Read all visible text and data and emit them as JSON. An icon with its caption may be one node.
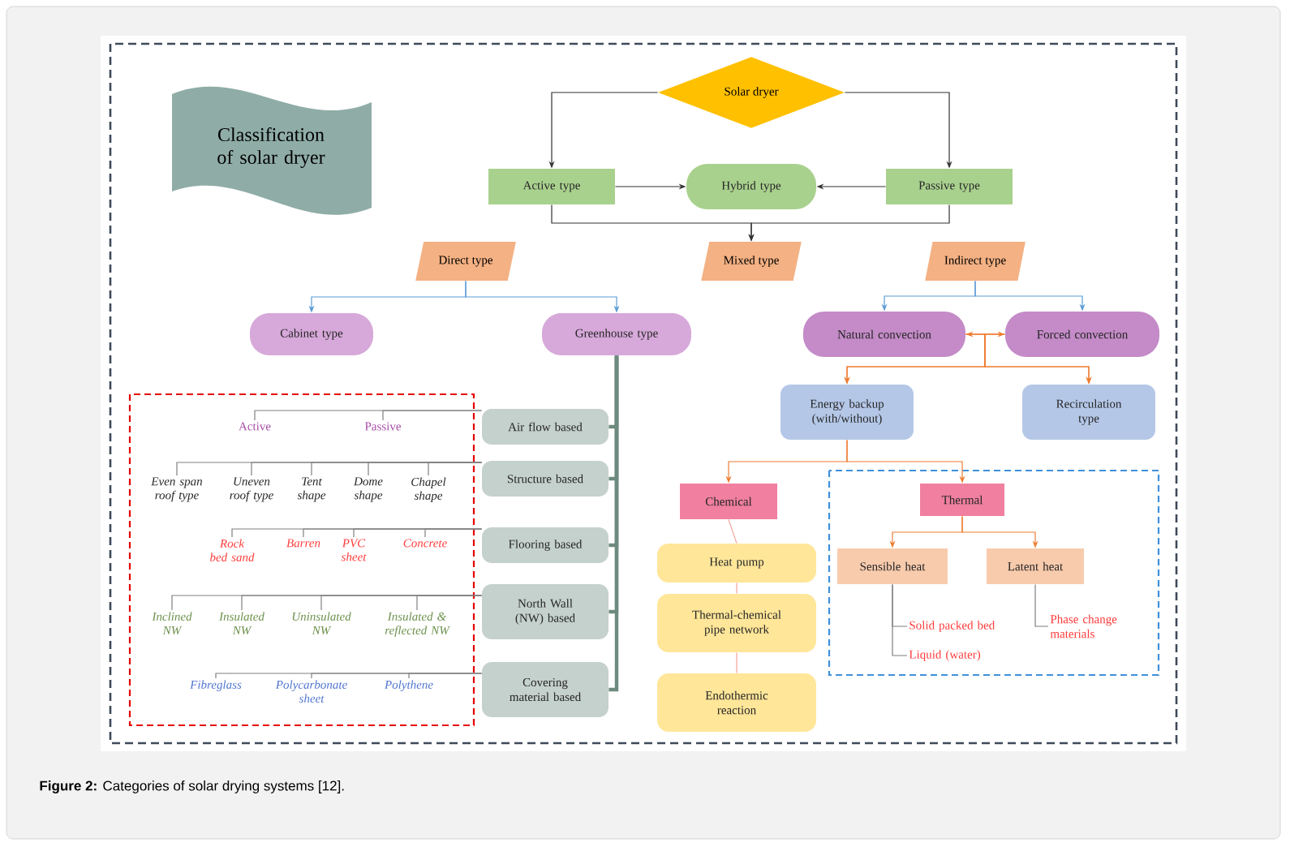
{
  "diagram": {
    "caption": "**Figure 2:** Categories of solar drying systems [12].",
    "nodes": [
      {
        "text": [
          "Classification of solar dryer"
        ]
      },
      {
        "text": [
          "Solar dryer"
        ]
      },
      {
        "text": [
          "Active type"
        ]
      },
      {
        "text": [
          "Hybrid type"
        ]
      },
      {
        "text": [
          "Passive type"
        ]
      },
      {
        "text": [
          "Direct type"
        ]
      },
      {
        "text": [
          "Mixed type"
        ]
      },
      {
        "text": [
          "Indirect type"
        ]
      },
      {
        "text": [
          "Cabinet type"
        ]
      },
      {
        "text": [
          "Greenhouse type"
        ]
      },
      {
        "text": [
          "Natural convection"
        ]
      },
      {
        "text": [
          "Forced convection"
        ]
      },
      {
        "text": [
          "Energy backup (with/without)"
        ]
      },
      {
        "text": [
          "Recirculation type"
        ]
      },
      {
        "text": [
          "Air flow based"
        ]
      },
      {
        "text": [
          "Active"
        ]
      },
      {
        "text": [
          "Passive"
        ]
      },
      {
        "text": [
          "Structure based"
        ]
      },
      {
        "text": [
          "Even span roof type"
        ]
      },
      {
        "text": [
          "Uneven roof type"
        ]
      },
      {
        "text": [
          "Tent shape"
        ]
      },
      {
        "text": [
          "Dome shape"
        ]
      },
      {
        "text": [
          "Chapel shape"
        ]
      },
      {
        "text": [
          "Flooring based"
        ]
      },
      {
        "text": [
          "Rock bed sand"
        ]
      },
      {
        "text": [
          "Barren"
        ]
      },
      {
        "text": [
          "PVC sheet"
        ]
      },
      {
        "text": [
          "Concrete"
        ]
      },
      {
        "text": [
          "North Wall (NW) based"
        ]
      },
      {
        "text": [
          "Inclined NW"
        ]
      },
      {
        "text": [
          "Insulated NW"
        ]
      },
      {
        "text": [
          "Uninsulated NW"
        ]
      },
      {
        "text": [
          "Insulated & reflected NW"
        ]
      },
      {
        "text": [
          "Covering material based"
        ]
      },
      {
        "text": [
          "Fibreglass"
        ]
      },
      {
        "text": [
          "Polycarbonate sheet"
        ]
      },
      {
        "text": [
          "Polythene"
        ]
      },
      {
        "text": [
          "Chemical"
        ]
      },
      {
        "text": [
          "Thermal"
        ]
      },
      {
        "text": [
          "Heat pump"
        ]
      },
      {
        "text": [
          "Sensible heat"
        ]
      },
      {
        "text": [
          "Latent heat"
        ]
      },
      {
        "text": [
          "Thermal-chemical pipe network"
        ]
      },
      {
        "text": [
          "Solid packed bed"
        ]
      },
      {
        "text": [
          "Phase change materials"
        ]
      },
      {
        "text": [
          "Liquid (water)"
        ]
      },
      {
        "text": [
          "Endothermic reaction"
        ]
      }
    ],
    "edges": [
      {
        "from": 1,
        "to": 2,
        "arrow": "to",
        "color": "#333333"
      },
      {
        "from": 1,
        "to": 4,
        "arrow": "to",
        "color": "#333333"
      },
      {
        "from": 2,
        "to": 3,
        "arrow": "to",
        "color": "#333333"
      },
      {
        "from": 4,
        "to": 3,
        "arrow": "to",
        "color": "#333333"
      },
      {
        "from": 2,
        "to": 6,
        "arrow": "to",
        "color": "#333333"
      },
      {
        "from": 4,
        "to": 6,
        "arrow": "to",
        "color": "#333333"
      },
      {
        "from": 5,
        "to": 8,
        "arrow": "to",
        "color": "#5b9bd5"
      },
      {
        "from": 5,
        "to": 9,
        "arrow": "to",
        "color": "#5b9bd5"
      },
      {
        "from": 7,
        "to": 10,
        "arrow": "to",
        "color": "#5b9bd5"
      },
      {
        "from": 7,
        "to": 11,
        "arrow": "to",
        "color": "#5b9bd5"
      },
      {
        "from": 10,
        "to": 11,
        "arrow": "both",
        "color": "#ed7d31"
      },
      {
        "from": 10,
        "to": 12,
        "arrow": "to",
        "color": "#ed7d31"
      },
      {
        "from": 11,
        "to": 12,
        "arrow": "to",
        "color": "#ed7d31"
      },
      {
        "from": 10,
        "to": 13,
        "arrow": "to",
        "color": "#ed7d31"
      },
      {
        "from": 11,
        "to": 13,
        "arrow": "to",
        "color": "#ed7d31"
      },
      {
        "from": 12,
        "to": 37,
        "arrow": "to",
        "color": "#ed7d31"
      },
      {
        "from": 12,
        "to": 38,
        "arrow": "to",
        "color": "#ed7d31"
      },
      {
        "from": 38,
        "to": 40,
        "arrow": "to",
        "color": "#ed7d31"
      },
      {
        "from": 38,
        "to": 41,
        "arrow": "to",
        "color": "#ed7d31"
      },
      {
        "from": 37,
        "to": 39,
        "arrow": "none",
        "color": "#f4a09a"
      },
      {
        "from": 39,
        "to": 42,
        "arrow": "none",
        "color": "#f4a09a"
      },
      {
        "from": 42,
        "to": 46,
        "arrow": "none",
        "color": "#f4a09a"
      },
      {
        "from": 40,
        "to": 43,
        "arrow": "none",
        "color": "#7f7f7f"
      },
      {
        "from": 40,
        "to": 45,
        "arrow": "none",
        "color": "#7f7f7f"
      },
      {
        "from": 41,
        "to": 44,
        "arrow": "none",
        "color": "#7f7f7f"
      },
      {
        "from": 9,
        "to": 14,
        "arrow": "none",
        "style": "thick",
        "color": "#6d8a7e"
      },
      {
        "from": 9,
        "to": 17,
        "arrow": "none",
        "style": "thick",
        "color": "#6d8a7e"
      },
      {
        "from": 9,
        "to": 23,
        "arrow": "none",
        "style": "thick",
        "color": "#6d8a7e"
      },
      {
        "from": 9,
        "to": 28,
        "arrow": "none",
        "style": "thick",
        "color": "#6d8a7e"
      },
      {
        "from": 9,
        "to": 33,
        "arrow": "none",
        "style": "thick",
        "color": "#6d8a7e"
      },
      {
        "from": 14,
        "to": 15,
        "arrow": "none"
      },
      {
        "from": 14,
        "to": 16,
        "arrow": "none"
      },
      {
        "from": 17,
        "to": 18,
        "arrow": "none"
      },
      {
        "from": 17,
        "to": 19,
        "arrow": "none"
      },
      {
        "from": 17,
        "to": 20,
        "arrow": "none"
      },
      {
        "from": 17,
        "to": 21,
        "arrow": "none"
      },
      {
        "from": 17,
        "to": 22,
        "arrow": "none"
      },
      {
        "from": 23,
        "to": 24,
        "arrow": "none"
      },
      {
        "from": 23,
        "to": 25,
        "arrow": "none"
      },
      {
        "from": 23,
        "to": 26,
        "arrow": "none"
      },
      {
        "from": 23,
        "to": 27,
        "arrow": "none"
      },
      {
        "from": 28,
        "to": 29,
        "arrow": "none"
      },
      {
        "from": 28,
        "to": 30,
        "arrow": "none"
      },
      {
        "from": 28,
        "to": 31,
        "arrow": "none"
      },
      {
        "from": 28,
        "to": 32,
        "arrow": "none"
      },
      {
        "from": 33,
        "to": 34,
        "arrow": "none"
      },
      {
        "from": 33,
        "to": 35,
        "arrow": "none"
      },
      {
        "from": 33,
        "to": 36,
        "arrow": "none"
      }
    ]
  }
}
